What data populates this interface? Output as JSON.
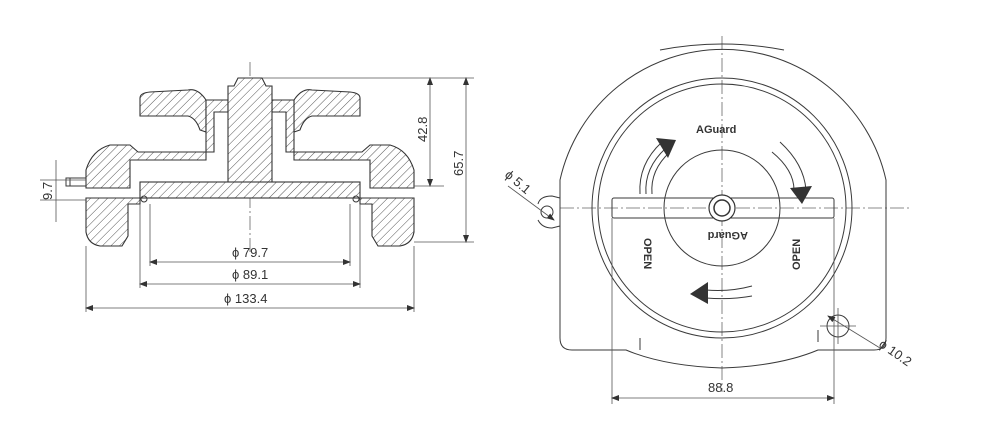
{
  "section_view": {
    "dimensions": {
      "d_inner": "ϕ 79.7",
      "d_mid": "ϕ 89.1",
      "d_outer": "ϕ 133.4",
      "h_42_8": "42.8",
      "h_65_7": "65.7",
      "h_9_7": "9.7"
    }
  },
  "top_view": {
    "dimensions": {
      "hole_small": "ϕ 5.1",
      "hole_large": "ϕ 10.2",
      "width": "88.8"
    },
    "labels": {
      "brand_top": "AGuard",
      "brand_bottom": "AGuard",
      "open_left": "OPEN",
      "open_right": "OPEN"
    }
  }
}
